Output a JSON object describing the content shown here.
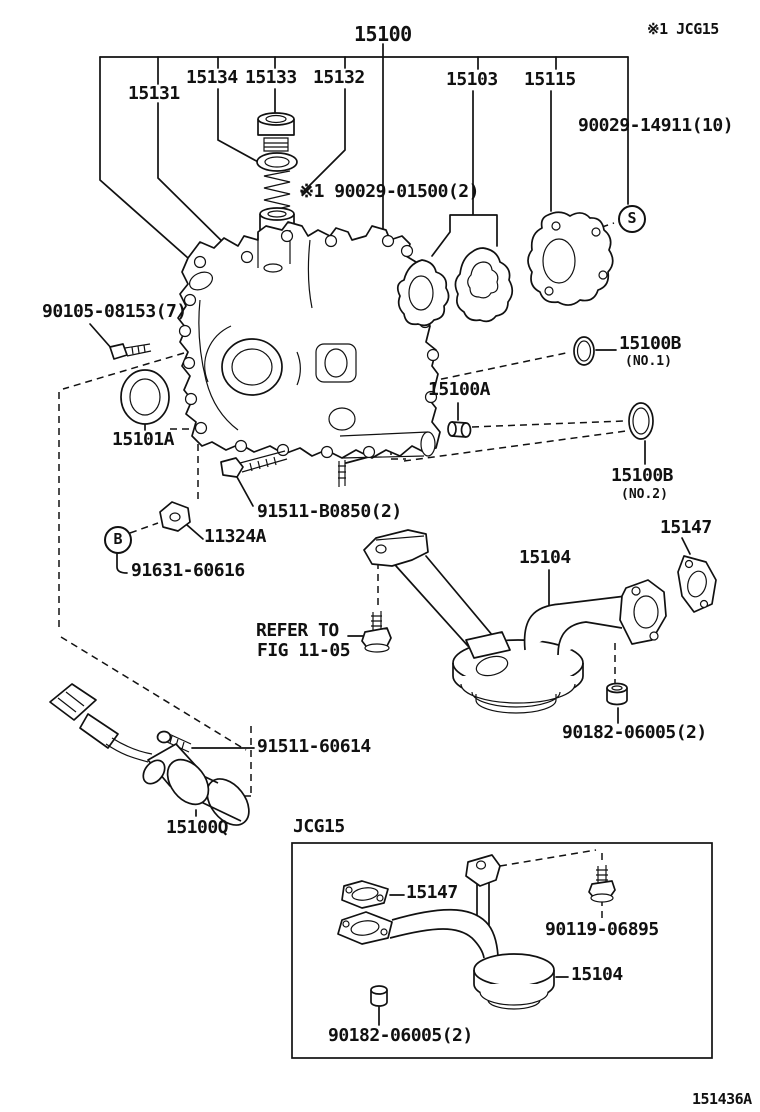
{
  "diagram": {
    "main_part": "15100",
    "variant_note": "※1 JCG15",
    "inset_title": "JCG15",
    "figure_id": "151436A",
    "refer_note_line1": "REFER TO",
    "refer_note_line2": "FIG 11-05"
  },
  "callouts": {
    "b": "B",
    "s": "S"
  },
  "labels": {
    "p15100": "15100",
    "p15131": "15131",
    "p15134": "15134",
    "p15133": "15133",
    "p15132": "15132",
    "p15103": "15103",
    "p15115": "15115",
    "p90029_14911": "90029-14911(10)",
    "p90029_01500": "※1 90029-01500(2)",
    "p90105_08153": "90105-08153(7)",
    "p15100b_1": "15100B",
    "p15100b_1_no": "(NO.1)",
    "p15100a": "15100A",
    "p15101a": "15101A",
    "p15100b_2": "15100B",
    "p15100b_2_no": "(NO.2)",
    "p91511_b0850": "91511-B0850(2)",
    "p11324a": "11324A",
    "p91631_60616": "91631-60616",
    "p15147": "15147",
    "p15104": "15104",
    "p90182_06005_main": "90182-06005(2)",
    "p91511_60614": "91511-60614",
    "p15100q": "15100Q",
    "inset_15147": "15147",
    "p90119_06895": "90119-06895",
    "inset_15104": "15104",
    "p90182_06005_inset": "90182-06005(2)"
  }
}
